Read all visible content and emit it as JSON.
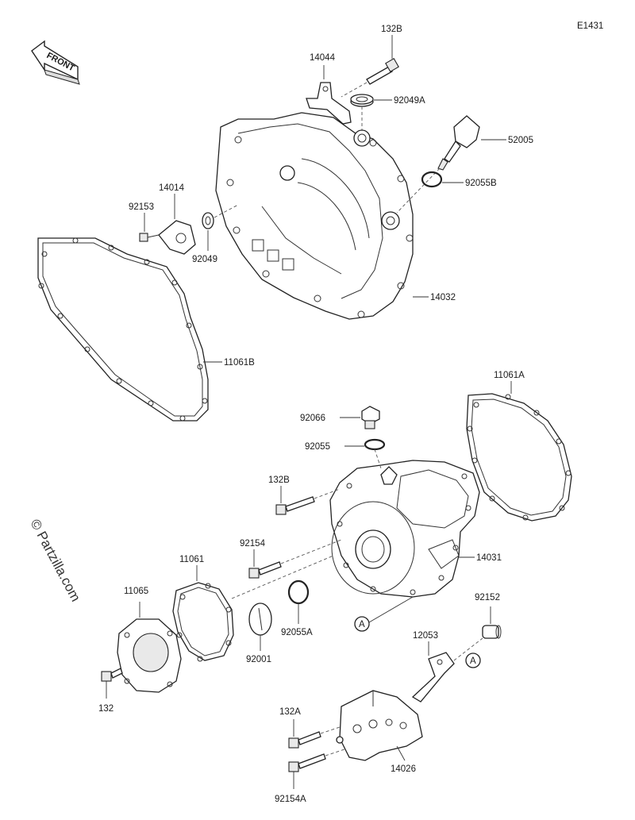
{
  "diagram_code": "E1431",
  "watermark": "© Partzilla.com",
  "front_label": "FRONT",
  "parts": {
    "p132B_top": "132B",
    "p14044": "14044",
    "p92049A": "92049A",
    "p52005": "52005",
    "p92055B": "92055B",
    "p14014": "14014",
    "p92153": "92153",
    "p92049": "92049",
    "p14032": "14032",
    "p11061B": "11061B",
    "p11061A": "11061A",
    "p92066": "92066",
    "p92055": "92055",
    "p132B_mid": "132B",
    "p92154": "92154",
    "p14031": "14031",
    "p11061": "11061",
    "p11065": "11065",
    "pA_left": "A",
    "p92152": "92152",
    "p12053": "12053",
    "pA_right": "A",
    "p92055A": "92055A",
    "p92001": "92001",
    "p132": "132",
    "p132A": "132A",
    "p14026": "14026",
    "p92154A": "92154A"
  }
}
